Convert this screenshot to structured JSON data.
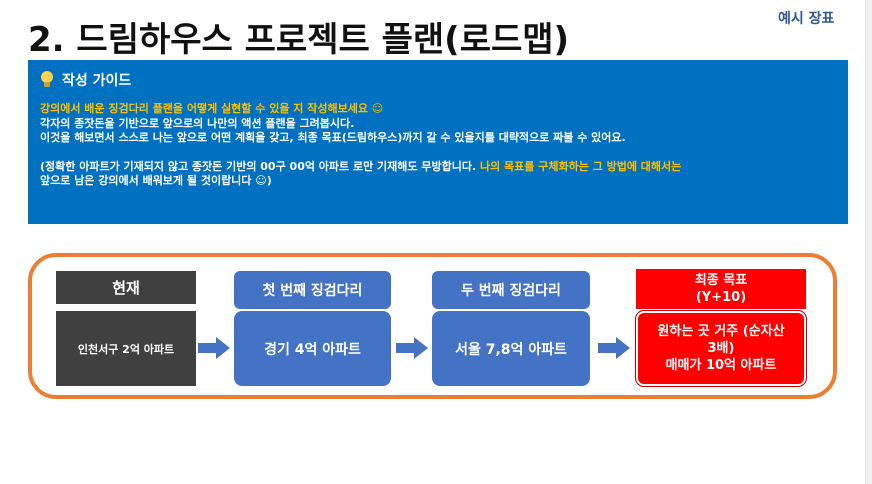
{
  "page": {
    "title": "2. 드림하우스 프로젝트 플랜(로드맵)",
    "tag": "예시 장표"
  },
  "guide": {
    "heading": "작성 가이드",
    "lines": [
      "강의에서 배운 징검다리 플랜을 어떻게 실현할 수 있을 지 작성해보세요 ☺",
      "각자의 종잣돈을 기반으로 앞으로의 나만의 액션 플랜을 그려봅시다.",
      "이것을 해보면서 스스로 나는 앞으로 어떤 계획을 갖고, 최종 목표(드림하우스)까지 갈 수 있을지를 대략적으로 짜볼 수 있어요."
    ],
    "note_part1": "(정확한 아파트가 기재되지 않고 종잣돈 기반의 00구 00억 아파트 로만 기재해도 무방합니다. ",
    "note_part2": "나의 목표를 구체화하는 그 방법에 대해서는",
    "note_part3": "앞으로 남은 강의에서 배워보게 될 것이랍니다 ☺)"
  },
  "roadmap": {
    "current": {
      "label": "현재",
      "value": "인천서구 2억 아파트"
    },
    "step1": {
      "label": "첫 번째 징검다리",
      "value": "경기 4억 아파트"
    },
    "step2": {
      "label": "두 번째 징검다리",
      "value": "서울 7,8억 아파트"
    },
    "final": {
      "label_line1": "최종 목표",
      "label_line2": "(Y+10)",
      "value_line1": "원하는 곳 거주 (순자산",
      "value_line2": "3배)",
      "value_line3": "매매가 10억 아파트"
    }
  },
  "colors": {
    "guide_bg": "#0070c0",
    "highlight": "#ffc000",
    "border": "#ed7d31",
    "step_blue": "#4472c4",
    "current_dark": "#404040",
    "final_red": "#ff0000"
  },
  "icons": {
    "guide_icon": "lightbulb-icon",
    "arrow_icon": "arrow-right-icon"
  }
}
